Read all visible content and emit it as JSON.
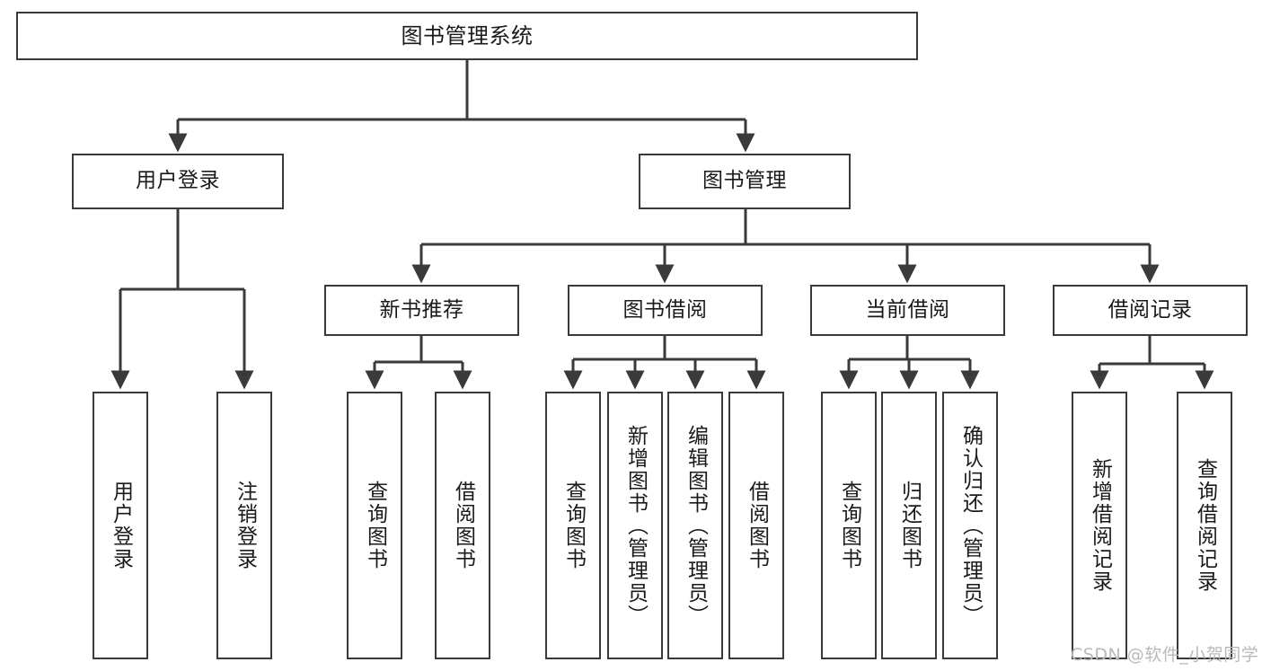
{
  "diagram": {
    "title": "图书管理系统",
    "type": "tree-structure-chart",
    "watermark": "CSDN @软件_小贺同学",
    "colors": {
      "box_border": "#3a3a3a",
      "box_fill": "#ffffff",
      "edge": "#3a3a3a",
      "text": "#1a1a1a",
      "watermark": "#b9b9b9"
    },
    "nodes": {
      "root": {
        "label": "图书管理系统"
      },
      "level2": [
        {
          "id": "user-login",
          "label": "用户登录"
        },
        {
          "id": "book-management",
          "label": "图书管理"
        }
      ],
      "level3": [
        {
          "id": "new-book-recommend",
          "label": "新书推荐"
        },
        {
          "id": "book-borrow",
          "label": "图书借阅"
        },
        {
          "id": "current-borrow",
          "label": "当前借阅"
        },
        {
          "id": "borrow-record",
          "label": "借阅记录"
        }
      ],
      "leaves": {
        "user_login": [
          {
            "id": "leaf-user-login",
            "label": "用户登录"
          },
          {
            "id": "leaf-user-logout",
            "label": "注销登录"
          }
        ],
        "new_book_recommend": [
          {
            "id": "leaf-query-book-1",
            "label": "查询图书"
          },
          {
            "id": "leaf-borrow-book-1",
            "label": "借阅图书"
          }
        ],
        "book_borrow": [
          {
            "id": "leaf-query-book-2",
            "label": "查询图书"
          },
          {
            "id": "leaf-add-book",
            "label": "新增图书（管理员）"
          },
          {
            "id": "leaf-edit-book",
            "label": "编辑图书（管理员）"
          },
          {
            "id": "leaf-borrow-book-2",
            "label": "借阅图书"
          }
        ],
        "current_borrow": [
          {
            "id": "leaf-query-book-3",
            "label": "查询图书"
          },
          {
            "id": "leaf-return-book",
            "label": "归还图书"
          },
          {
            "id": "leaf-confirm-return",
            "label": "确认归还（管理员）"
          }
        ],
        "borrow_record": [
          {
            "id": "leaf-add-record",
            "label": "新增借阅记录"
          },
          {
            "id": "leaf-query-record",
            "label": "查询借阅记录"
          }
        ]
      }
    }
  }
}
